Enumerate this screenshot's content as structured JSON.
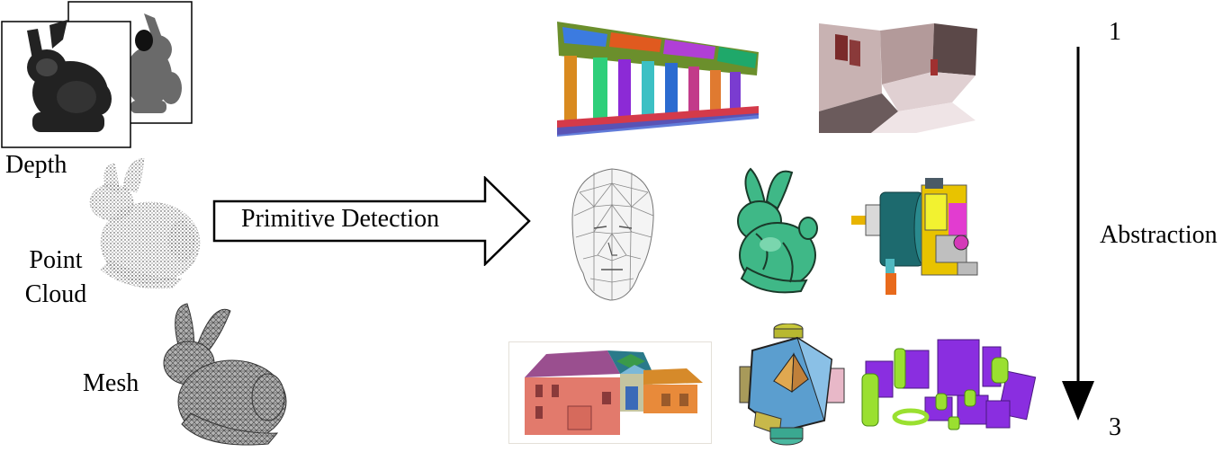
{
  "inputs": {
    "depth_label": "Depth",
    "point_label_line1": "Point",
    "point_label_line2": "Cloud",
    "mesh_label": "Mesh"
  },
  "process": {
    "arrow_label": "Primitive Detection"
  },
  "axis": {
    "top_label": "1",
    "bottom_label": "3",
    "axis_label": "Abstraction"
  }
}
